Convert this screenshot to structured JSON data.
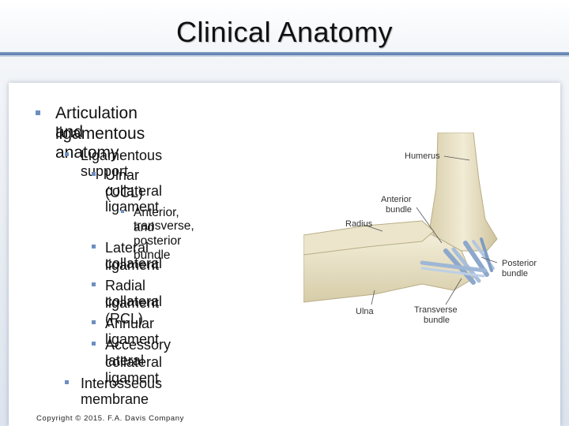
{
  "slide": {
    "title": "Clinical Anatomy",
    "copyright": "Copyright © 2015. F.A. Davis Company"
  },
  "bullets": {
    "b1": "Articulation and ligamentous anatomy",
    "b1_line1": "Articulation and",
    "b1_line2": "ligamentous anatomy",
    "b2": "Ligamentous support",
    "b3_line1": "Ulnar collateral ligament",
    "b3_line2": "(UCL)",
    "b4_line1": "Anterior, transverse,",
    "b4_line2": "and posterior bundle",
    "b5_line1": "Lateral collateral",
    "b5_line2": "ligament",
    "b6_line1": "Radial collateral",
    "b6_line2": "ligament (RCL)",
    "b7": "Annular ligament",
    "b8_line1": "Accessory lateral",
    "b8_line2": "collateral ligament",
    "b9": "Interosseous membrane"
  },
  "figure": {
    "labels": {
      "humerus": "Humerus",
      "anterior_1": "Anterior",
      "anterior_2": "bundle",
      "radius": "Radius",
      "posterior_1": "Posterior",
      "posterior_2": "bundle",
      "ulna": "Ulna",
      "transverse_1": "Transverse",
      "transverse_2": "bundle"
    },
    "colors": {
      "bone": "#e9e2c8",
      "bone_shadow": "#c9bf9c",
      "ligament": "#9fb7d6",
      "ligament_dark": "#7f9cc4"
    }
  },
  "theme": {
    "bullet_color": "#6d8fbf",
    "rule_color": "#5a7aa8"
  }
}
